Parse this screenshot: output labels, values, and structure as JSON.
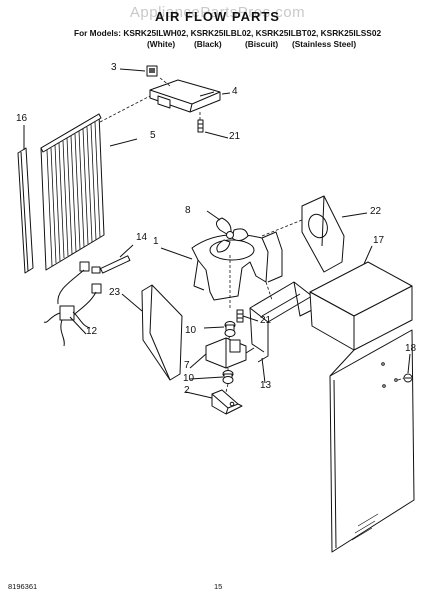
{
  "watermark": "AppliancePartsPros.com",
  "title": "AIR FLOW PARTS",
  "models": {
    "prefix": "For Models:",
    "list": "KSRK25ILWH02, KSRK25ILBL02, KSRK25ILBT02, KSRK25ILSS02",
    "finishes": [
      "(White)",
      "(Black)",
      "(Biscuit)",
      "(Stainless Steel)"
    ]
  },
  "callouts": {
    "c1": "1",
    "c2": "2",
    "c3": "3",
    "c4": "4",
    "c5": "5",
    "c7": "7",
    "c8": "8",
    "c10a": "10",
    "c10b": "10",
    "c12": "12",
    "c13": "13",
    "c14": "14",
    "c16": "16",
    "c17": "17",
    "c18": "18",
    "c21a": "21",
    "c21b": "21",
    "c22": "22",
    "c23": "23"
  },
  "footer": {
    "doc_number": "8196361",
    "page_number": "15"
  }
}
